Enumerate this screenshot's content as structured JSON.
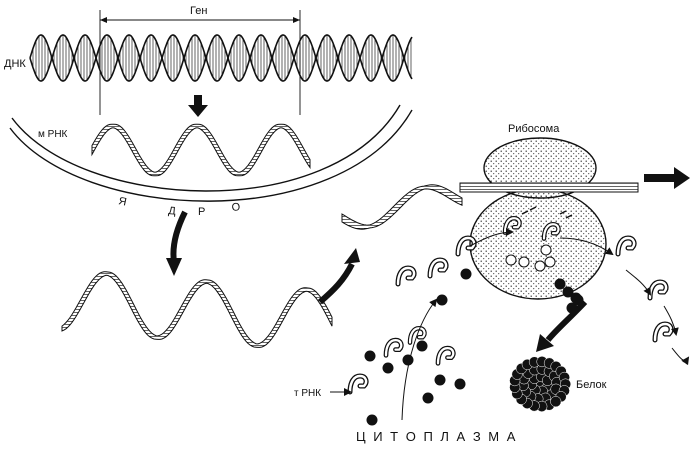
{
  "labels": {
    "gene": "Ген",
    "dna": "ДНК",
    "mrna": "м РНК",
    "nucleus_letters": [
      "Я",
      "Д",
      "Р",
      "О"
    ],
    "ribosome": "Рибосома",
    "trna": "т РНК",
    "protein": "Белок",
    "cytoplasm": "Ц И Т О П Л А З М А"
  }
}
